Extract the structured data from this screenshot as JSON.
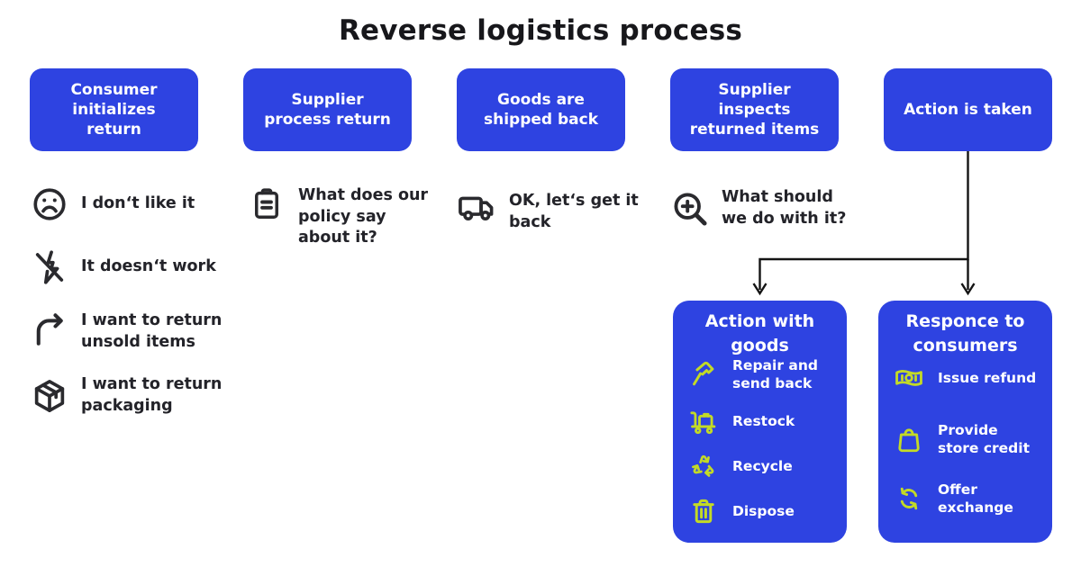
{
  "title": "Reverse logistics process",
  "colors": {
    "accent_blue": "#2e43e1",
    "accent_lime": "#c3da26",
    "ink": "#17171b"
  },
  "process_steps": [
    {
      "label": "Consumer\ninitializes\nreturn"
    },
    {
      "label": "Supplier\nprocess return"
    },
    {
      "label": "Goods are\nshipped back"
    },
    {
      "label": "Supplier\ninspects\nreturned items"
    },
    {
      "label": "Action is taken"
    }
  ],
  "notes": {
    "consumer_reasons": [
      {
        "icon": "sad-face-icon",
        "text": "I don‘t like it"
      },
      {
        "icon": "broken-bolt-icon",
        "text": "It doesn‘t work"
      },
      {
        "icon": "u-turn-arrow-icon",
        "text": "I want to return\nunsold items"
      },
      {
        "icon": "package-icon",
        "text": "I want to return\npackaging"
      }
    ],
    "supplier_note": {
      "icon": "clipboard-icon",
      "text": "What does our\npolicy say\nabout it?"
    },
    "shipping_note": {
      "icon": "truck-icon",
      "text": "OK, let‘s get it\nback"
    },
    "inspection_note": {
      "icon": "magnifier-plus-icon",
      "text": "What should\nwe do with it?"
    }
  },
  "outcome_boxes": [
    {
      "title": "Action with\ngoods",
      "items": [
        {
          "icon": "hammer-icon",
          "text": "Repair and\nsend back"
        },
        {
          "icon": "luggage-cart-icon",
          "text": "Restock"
        },
        {
          "icon": "recycle-icon",
          "text": "Recycle"
        },
        {
          "icon": "trash-icon",
          "text": "Dispose"
        }
      ]
    },
    {
      "title": "Responce to\nconsumers",
      "items": [
        {
          "icon": "banknote-icon",
          "text": "Issue refund"
        },
        {
          "icon": "shopping-bag-icon",
          "text": "Provide\nstore credit"
        },
        {
          "icon": "exchange-arrows-icon",
          "text": "Offer\nexchange"
        }
      ]
    }
  ]
}
